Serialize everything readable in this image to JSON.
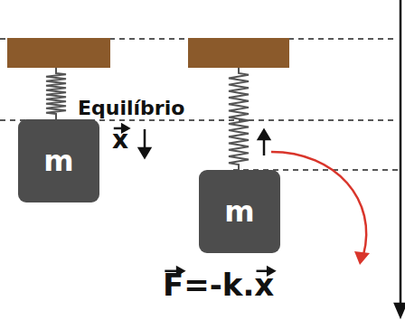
{
  "diagram": {
    "nodes": [
      {
        "text": [
          "m"
        ]
      },
      {
        "text": [
          "m"
        ]
      }
    ],
    "labels": [
      "Equilíbrio",
      "x",
      "F=-k.x"
    ]
  }
}
